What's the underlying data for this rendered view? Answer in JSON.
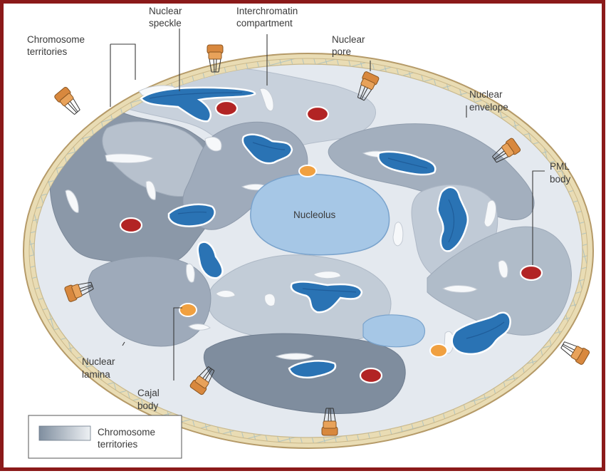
{
  "labels": {
    "nuclear_speckle": [
      "Nuclear",
      "speckle"
    ],
    "interchromatin_compartment": [
      "Interchromatin",
      "compartment"
    ],
    "chromosome_territories": [
      "Chromosome",
      "territories"
    ],
    "nuclear_pore": [
      "Nuclear",
      "pore"
    ],
    "nuclear_envelope": [
      "Nuclear",
      "envelope"
    ],
    "pml_body": [
      "PML",
      "body"
    ],
    "nucleolus": "Nucleolus",
    "nuclear_lamina": [
      "Nuclear",
      "lamina"
    ],
    "cajal_body": [
      "Cajal",
      "body"
    ]
  },
  "legend": {
    "label": [
      "Chromosome",
      "territories"
    ]
  },
  "colors": {
    "frame": "#8b1a1a",
    "envelope": "#e9dcb4",
    "envelope_edge": "#b59a68",
    "lamina_mesh": "#a8bfc0",
    "nucleoplasm": "#e4e9ef",
    "territory_light": "#c4cdd8",
    "territory_mid": "#aab6c4",
    "territory_dark": "#8593a4",
    "speckle": "#2a73b4",
    "speckle_dark": "#154b85",
    "nucleolus": "#a6c7e6",
    "pml": "#b22424",
    "cajal": "#f0a040",
    "pore": "#d8883e"
  }
}
